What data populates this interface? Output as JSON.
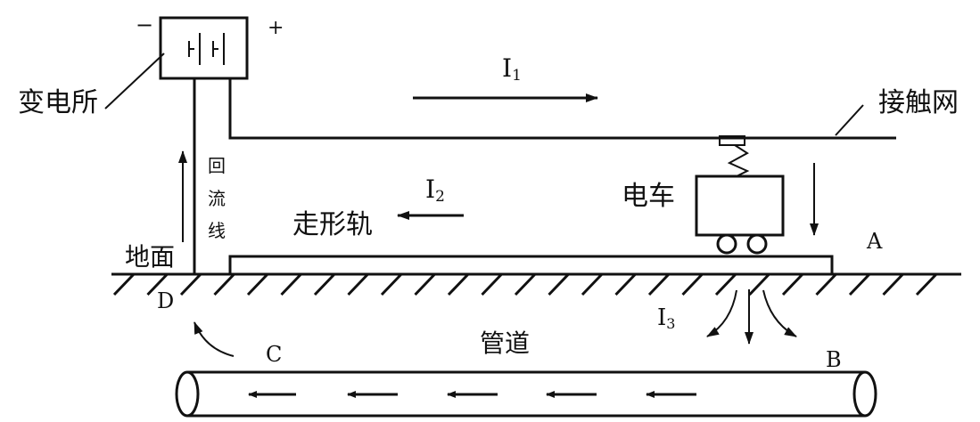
{
  "source": {
    "label": "变电所",
    "minus": "−",
    "plus": "+"
  },
  "currents": {
    "i1": {
      "symbol": "I",
      "sub": "1"
    },
    "i2": {
      "symbol": "I",
      "sub": "2"
    },
    "i3": {
      "symbol": "I",
      "sub": "3"
    }
  },
  "labels": {
    "contact_wire": "接触网",
    "return_line": [
      "回",
      "流",
      "线"
    ],
    "rail": "走形轨",
    "ground": "地面",
    "tram": "电车",
    "pipe": "管道"
  },
  "points": {
    "a": "A",
    "b": "B",
    "c": "C",
    "d": "D"
  }
}
